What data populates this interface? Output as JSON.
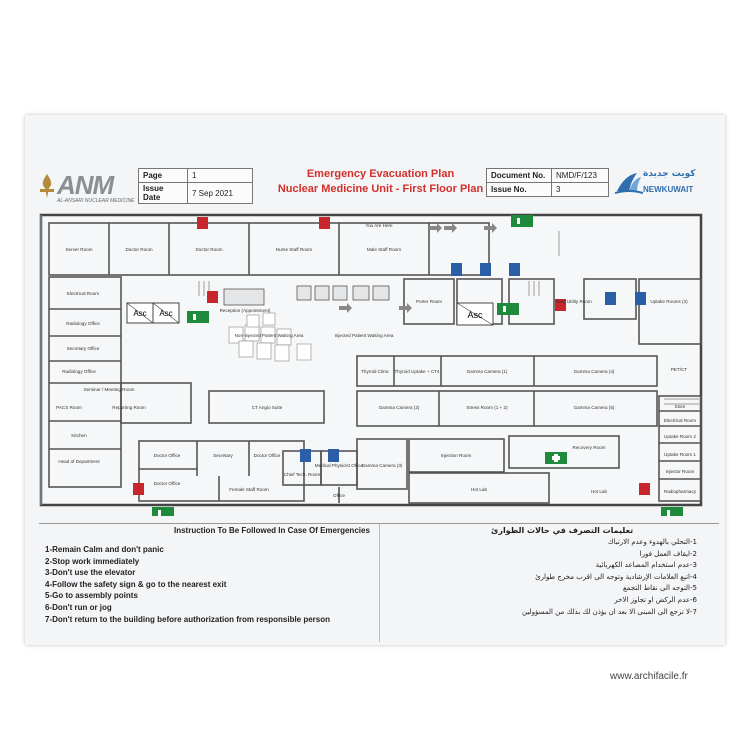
{
  "header": {
    "page_label": "Page",
    "page_value": "1",
    "issue_date_label": "Issue Date",
    "issue_date_value": "7 Sep 2021",
    "doc_no_label": "Document No.",
    "doc_no_value": "NMD/F/123",
    "issue_no_label": "Issue No.",
    "issue_no_value": "3",
    "title_line1": "Emergency Evacuation Plan",
    "title_line2": "Nuclear Medicine Unit - First Floor Plan",
    "left_logo_text": "ANM",
    "left_logo_subtext": "AL-ANSARI NUCLEAR MEDICINE",
    "right_logo_arabic": "كويت جديدة",
    "right_logo_text": "NEWKUWAIT"
  },
  "plan": {
    "rooms": {
      "server_room": "Server Room",
      "doctor_room_1": "Doctor Room",
      "doctor_room_2": "Doctor Room",
      "nurse_staff_room": "Nurse Staff Room",
      "male_staff_room": "Male Staff Room",
      "you_are_here": "You Are Here",
      "electrical_room_left": "Electrical Room",
      "radiology_office": "Radiology Office",
      "secretary_office": "Secretary Office",
      "radiology_office_2": "Radiology Office",
      "seminar_meeting_room": "Seminar / Meeting Room",
      "pacs_room": "PACS Room",
      "reporting_room": "Reporting Room",
      "kitchen": "Kitchen",
      "head_of_department": "Head of Department",
      "reception": "Reception (Appointment)",
      "non_injected_waiting": "Non-Injected Patient Waiting Area",
      "injected_waiting": "Injected Patient Waiting Area",
      "porter_room": "Porter Room",
      "dirty_utility_room": "Dirty Utility Room",
      "uptake_rooms": "Uptake Rooms (3)",
      "ct_angio_suite": "CT Angio Suite",
      "thyroid_clinic": "Thyroid Clinic",
      "thyroid_uptake": "Thyroid Uptake + CT4",
      "gamma_camera_1": "Gamma Camera (1)",
      "gamma_camera_4": "Gamma Camera (4)",
      "gamma_camera_2": "Gamma Camera (2)",
      "stress_room": "Stress Room (1 + 2)",
      "gamma_camera_5": "Gamma Camera (5)",
      "pet_ct": "PET/CT",
      "store": "Store",
      "electrical_room_right": "Electrical Room",
      "uptake_room_2": "Uptake Room 2",
      "uptake_room_1": "Uptake Room 1",
      "injector_room": "Injector Room",
      "hot_lab_right": "Hot Lab",
      "radiopharmacy": "Radiopharmacy",
      "doctor_office_1": "Doctor Office",
      "secretary": "Secretary",
      "doctor_office_2": "Doctor Office",
      "doctor_office_3": "Doctor Office",
      "female_staff_room": "Female Staff Room",
      "chief_tech_room": "Chief Tech. Room",
      "medical_physicist_office": "Medical Physicist Office",
      "office": "Office",
      "gamma_camera_3": "Gamma Camera (3)",
      "injection_room": "Injection Room",
      "recovery_room": "Recovery Room",
      "hot_lab": "Hot Lab",
      "asc_1": "Asc",
      "asc_2": "Asc",
      "asc_3": "Asc"
    }
  },
  "instructions": {
    "heading_en": "Instruction To Be Followed In Case Of Emergencies",
    "heading_ar": "تعليمات التصرف في حالات الطوارئ",
    "items_en": [
      "1-Remain Calm and don't panic",
      "2-Stop work immediately",
      "3-Don't use the elevator",
      "4-Follow the safety sign & go to the nearest exit",
      "5-Go to assembly points",
      "6-Don't run or jog",
      "7-Don't return to the building before authorization from responsible person"
    ],
    "items_ar": [
      "1-التحلي بالهدوء وعدم الارتباك",
      "2-ايقاف العمل فورا",
      "3-عدم استخدام المصاعد الكهربائية",
      "4-اتبع العلامات الإرشادية وتوجه الى اقرب مخرج طوارئ",
      "5-التوجه الى نقاط التجمع",
      "6-عدم الركض او تجاوز الاخر",
      "7-لا ترجع الى المبنى الا بعد ان يؤذن لك بذلك من المسؤولين"
    ]
  },
  "watermark": "www.archifacile.fr",
  "colors": {
    "title_red": "#d2302c",
    "exit_green": "#1f8a3b",
    "fire_red": "#c8262c",
    "wc_blue": "#2c5ea8"
  }
}
